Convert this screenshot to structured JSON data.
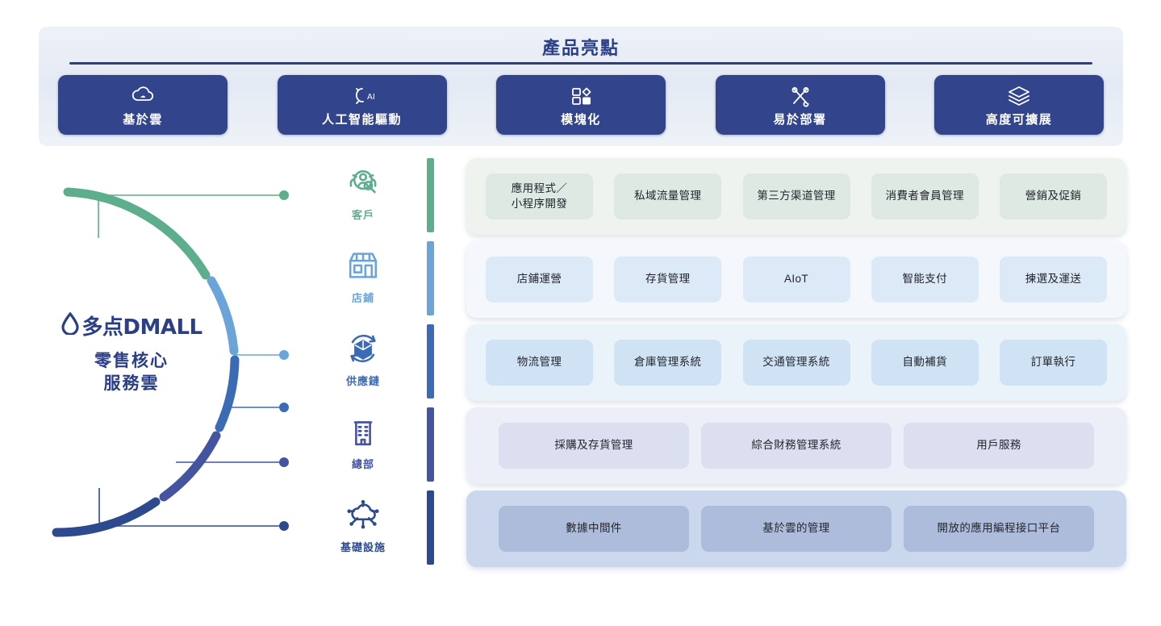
{
  "header": {
    "title": "產品亮點",
    "highlights": [
      {
        "label": "基於雲",
        "icon": "cloud-icon"
      },
      {
        "label": "人工智能驅動",
        "icon": "ai-brain-icon"
      },
      {
        "label": "模塊化",
        "icon": "modules-icon"
      },
      {
        "label": "易於部署",
        "icon": "tools-icon"
      },
      {
        "label": "高度可擴展",
        "icon": "layers-icon"
      }
    ],
    "button_color": "#31448c",
    "title_color": "#2b3f86"
  },
  "brand": {
    "logo_text": "多点DMALL",
    "logo_icon": "water-drop-icon",
    "subtitle_line1": "零售核心",
    "subtitle_line2": "服務雲",
    "color": "#2b3f86"
  },
  "layers": [
    {
      "id": "customer",
      "icon": "customers-search-icon",
      "label": "客戶",
      "accent": "#5cae8d",
      "bar_color": "#5cae8d",
      "panel_color": "#eef3f0",
      "chip_color": "#dde9e2",
      "items": [
        "應用程式／\n小程序開發",
        "私域流量管理",
        "第三方渠道管理",
        "消費者會員管理",
        "營銷及促銷"
      ]
    },
    {
      "id": "store",
      "icon": "storefront-icon",
      "label": "店鋪",
      "accent": "#6ba4d8",
      "bar_color": "#6ba4d8",
      "panel_color": "#f4f8fc",
      "chip_color": "#dce9f6",
      "items": [
        "店鋪運營",
        "存貨管理",
        "AIoT",
        "智能支付",
        "揀選及運送"
      ]
    },
    {
      "id": "supply-chain",
      "icon": "supply-box-icon",
      "label": "供應鏈",
      "accent": "#3b6bb5",
      "bar_color": "#3b6bb5",
      "panel_color": "#eaf2fa",
      "chip_color": "#cfe3f4",
      "items": [
        "物流管理",
        "倉庫管理系統",
        "交通管理系統",
        "自動補貨",
        "訂單執行"
      ]
    },
    {
      "id": "headquarters",
      "icon": "office-building-icon",
      "label": "總部",
      "accent": "#44549e",
      "bar_color": "#44549e",
      "panel_color": "#edeff8",
      "chip_color": "#dcdff0",
      "items": [
        "採購及存貨管理",
        "綜合財務管理系統",
        "用戶服務"
      ]
    },
    {
      "id": "infrastructure",
      "icon": "cloud-network-icon",
      "label": "基礎設施",
      "accent": "#2e4a8e",
      "bar_color": "#2e4a8e",
      "panel_color": "#cbd7ec",
      "chip_color": "#aebcdc",
      "items": [
        "數據中間件",
        "基於雲的管理",
        "開放的應用編程接口平台"
      ]
    }
  ]
}
